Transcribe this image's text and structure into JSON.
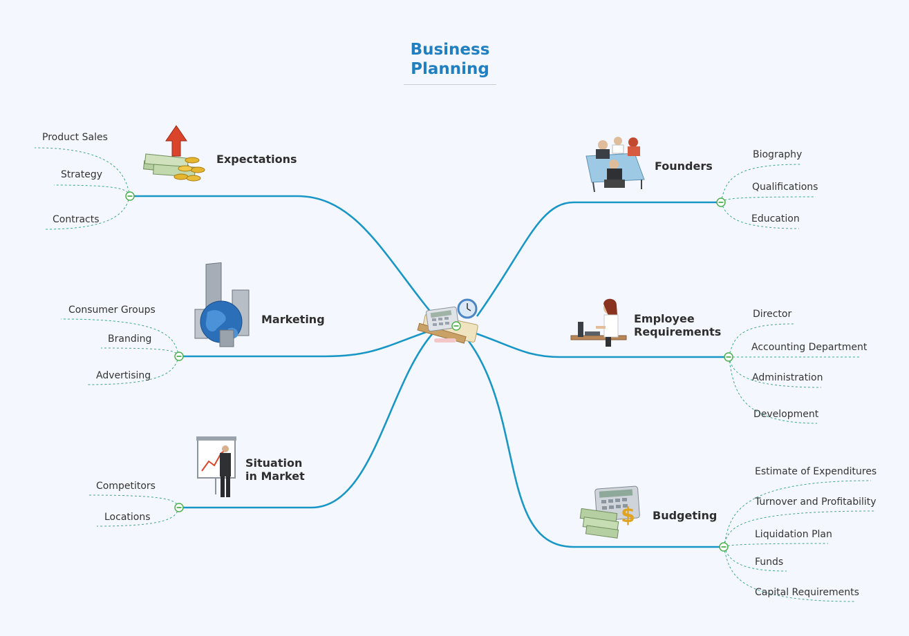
{
  "title": [
    "Business",
    "Planning"
  ],
  "branches": {
    "expectations": {
      "label": [
        "Expectations"
      ],
      "icon": "money-growth-icon",
      "leaves": [
        "Product Sales",
        "Strategy",
        "Contracts"
      ]
    },
    "marketing": {
      "label": [
        "Marketing"
      ],
      "icon": "globe-buildings-icon",
      "leaves": [
        "Consumer Groups",
        "Branding",
        "Advertising"
      ]
    },
    "situation": {
      "label": [
        "Situation",
        "in Market"
      ],
      "icon": "presentation-icon",
      "leaves": [
        "Competitors",
        "Locations"
      ]
    },
    "founders": {
      "label": [
        "Founders"
      ],
      "icon": "meeting-icon",
      "leaves": [
        "Biography",
        "Qualifications",
        "Education"
      ]
    },
    "employee": {
      "label": [
        "Employee",
        "Requirements"
      ],
      "icon": "office-worker-icon",
      "leaves": [
        "Director",
        "Accounting Department",
        "Administration",
        "Development"
      ]
    },
    "budgeting": {
      "label": [
        "Budgeting"
      ],
      "icon": "calculator-money-icon",
      "leaves": [
        "Estimate of Expenditures",
        "Turnover and Profitability",
        "Liquidation Plan",
        "Funds",
        "Capital Requirements"
      ]
    }
  },
  "colors": {
    "branch": "#1896c6",
    "title": "#1f7fc1",
    "toggle": "#4cb04c"
  }
}
